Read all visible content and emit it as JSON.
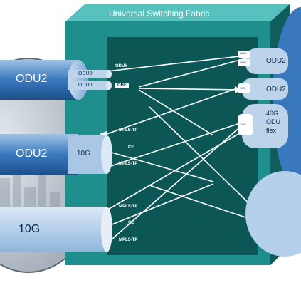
{
  "fabric": {
    "title": "Universal Switching Fabric",
    "colors": {
      "face": "#1e8f8c",
      "top": "#57c2bd",
      "side": "#0f5e5d",
      "cable": "#ffffff"
    }
  },
  "left": {
    "odu2_a": {
      "label": "ODU2",
      "ports": [
        "ODU0",
        "ODU0"
      ]
    },
    "odu2_b": {
      "label": "ODU2",
      "port": "10G"
    },
    "tengig": {
      "label": "10G"
    }
  },
  "fabric_labels": {
    "oduk": "ODUk",
    "obe": "OBE",
    "mpls_tp_1": "MPLS-TP",
    "ce_1": "CE",
    "mpls_tp_2": "MPLS-TP",
    "mpls_tp_3": "MPLS-TP",
    "ce_2": "CE",
    "mpls_tp_4": "MPLS-TP"
  },
  "right": {
    "odu2_top": {
      "label": "ODU2",
      "sub": [
        "ODU",
        "ODU"
      ]
    },
    "odu2_mid": {
      "label": "ODU2",
      "sub": "10G"
    },
    "odu_flex": {
      "label_lines": [
        "40G",
        "ODU",
        "flex"
      ],
      "sub": "10G"
    }
  }
}
